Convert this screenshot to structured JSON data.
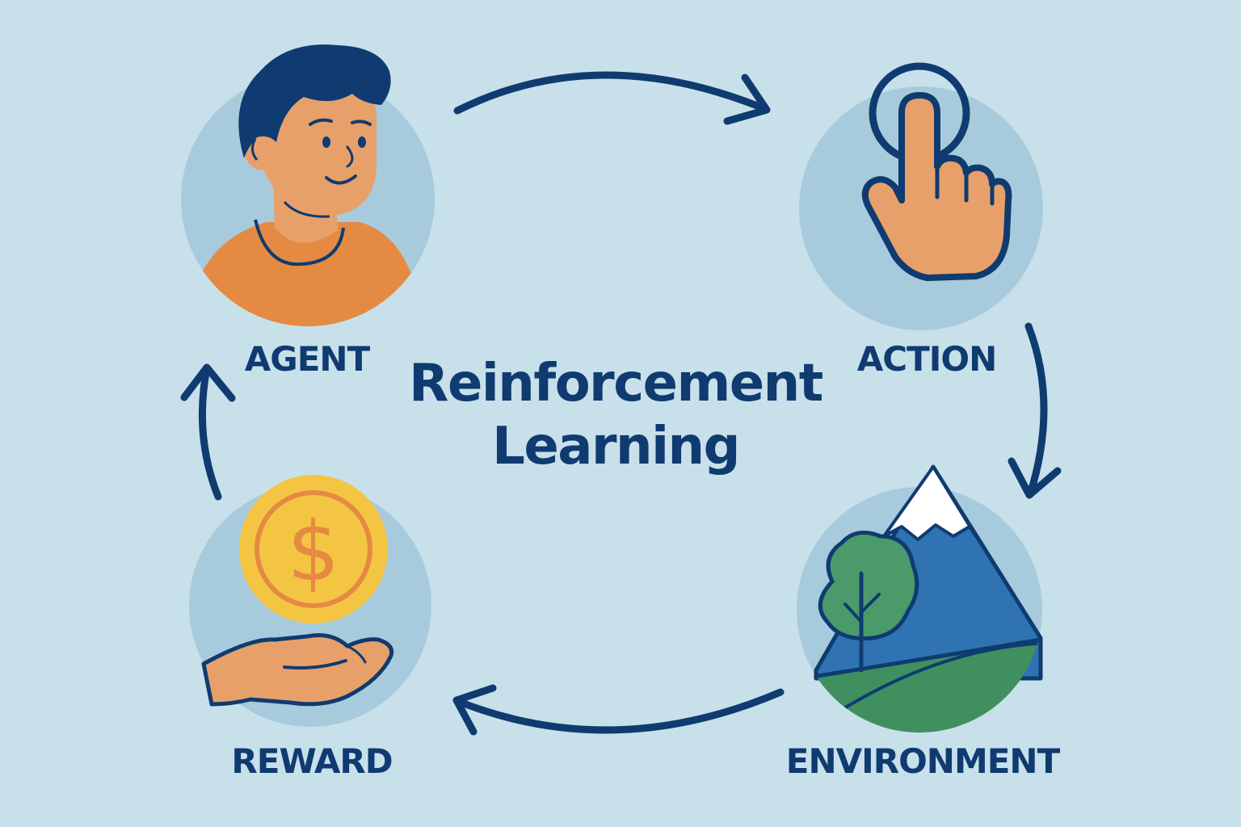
{
  "title": {
    "line1": "Reinforcement",
    "line2": "Learning"
  },
  "nodes": {
    "agent": {
      "label": "AGENT",
      "icon": "person-icon"
    },
    "action": {
      "label": "ACTION",
      "icon": "pointing-hand-icon"
    },
    "environment": {
      "label": "ENVIRONMENT",
      "icon": "mountain-tree-icon"
    },
    "reward": {
      "label": "REWARD",
      "icon": "coin-in-hand-icon",
      "symbol": "$"
    }
  },
  "cycle": [
    "AGENT",
    "ACTION",
    "ENVIRONMENT",
    "REWARD",
    "AGENT"
  ],
  "colors": {
    "background": "#c8e0ea",
    "circle": "#a7cbdc",
    "navy": "#0f3b70",
    "skin": "#e8a06a",
    "shirt": "#e58a42",
    "coin": "#f4c542",
    "coin_ring": "#e58a42",
    "mountain": "#2f73b2",
    "snow": "#ffffff",
    "tree": "#4a9a6a",
    "hill": "#3f8f5f"
  }
}
